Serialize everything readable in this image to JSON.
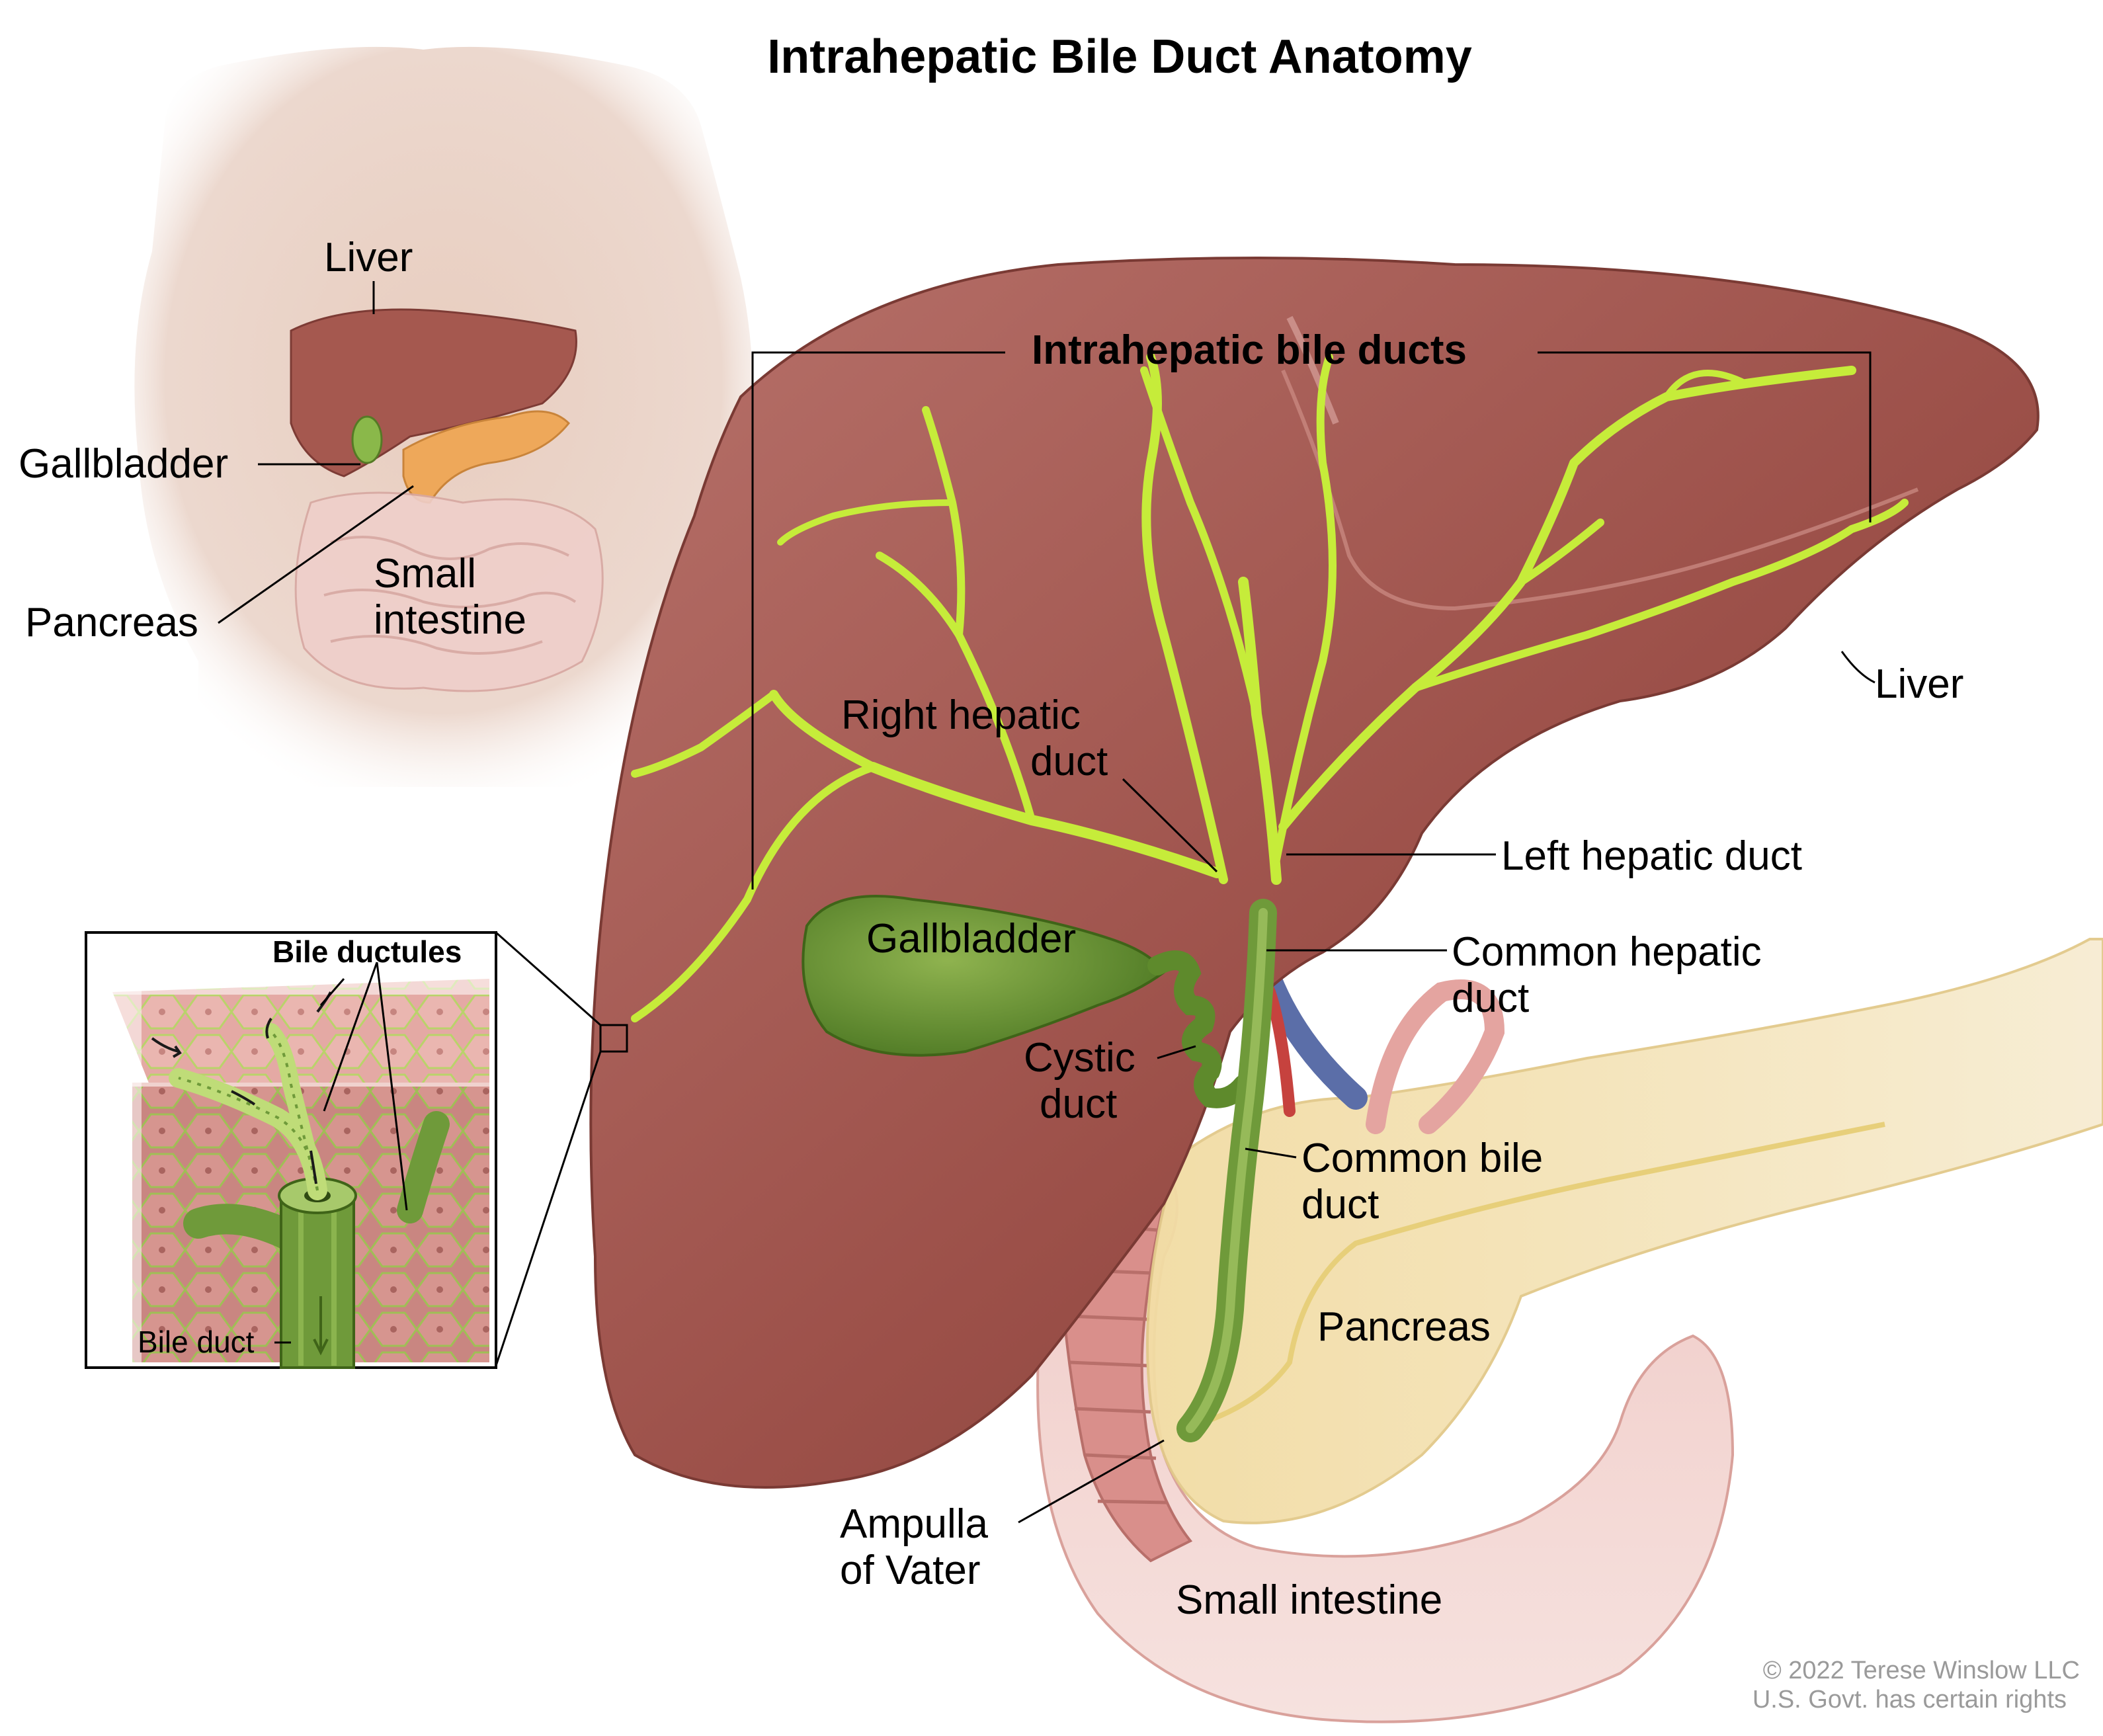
{
  "title": "Intrahepatic Bile Duct Anatomy",
  "torso_labels": {
    "liver": "Liver",
    "gallbladder": "Gallbladder",
    "pancreas": "Pancreas",
    "small_intestine_line1": "Small",
    "small_intestine_line2": "intestine"
  },
  "main_labels": {
    "intrahepatic_bile_ducts": "Intrahepatic bile ducts",
    "liver": "Liver",
    "right_hepatic_duct_line1": "Right hepatic",
    "right_hepatic_duct_line2": "duct",
    "left_hepatic_duct": "Left hepatic duct",
    "gallbladder": "Gallbladder",
    "common_hepatic_duct_line1": "Common hepatic",
    "common_hepatic_duct_line2": "duct",
    "cystic_duct_line1": "Cystic",
    "cystic_duct_line2": "duct",
    "common_bile_duct_line1": "Common bile",
    "common_bile_duct_line2": "duct",
    "pancreas": "Pancreas",
    "ampulla_line1": "Ampulla",
    "ampulla_line2": "of Vater",
    "small_intestine": "Small intestine"
  },
  "inset_labels": {
    "bile_ductules": "Bile ductules",
    "bile_duct": "Bile duct"
  },
  "copyright": {
    "line1": "© 2022 Terese Winslow LLC",
    "line2": "U.S. Govt. has certain rights"
  },
  "colors": {
    "liver": "#9c5049",
    "bile_duct": "#c6ec3a",
    "gallbladder": "#6f9a3a",
    "pancreas": "#f1dba0",
    "intestine": "#e8b9b4",
    "skin": "#e9d1c6"
  }
}
